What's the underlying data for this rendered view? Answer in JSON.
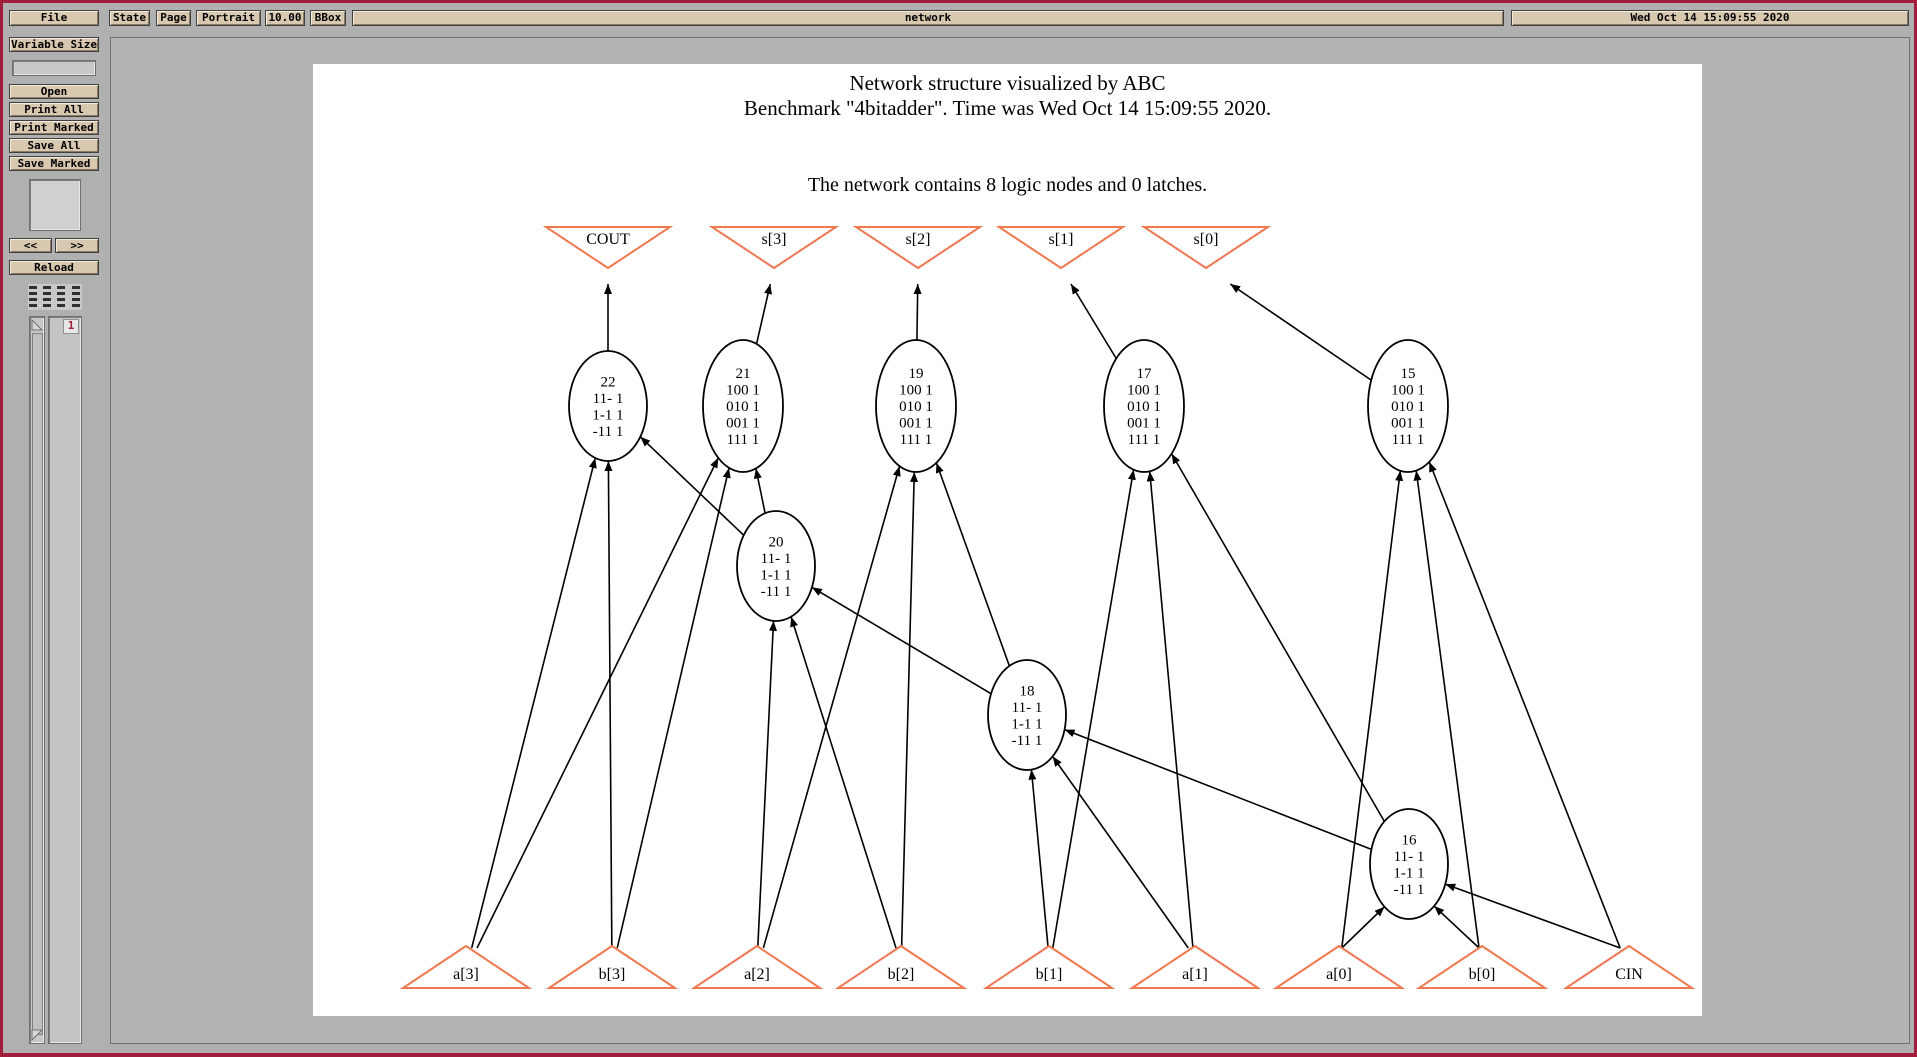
{
  "toolbar": {
    "file": "File",
    "state": "State",
    "page": "Page",
    "orientation": "Portrait",
    "magnification": "10.00",
    "bbox": "BBox",
    "document": "network",
    "date": "Wed Oct 14 15:09:55 2020"
  },
  "sidebar": {
    "size_mode": "Variable Size",
    "open": "Open",
    "print_all": "Print All",
    "print_marked": "Print Marked",
    "save_all": "Save All",
    "save_marked": "Save Marked",
    "prev": "<<",
    "next": ">>",
    "reload": "Reload",
    "page_number": "1"
  },
  "graph": {
    "title_line1": "Network structure visualized by ABC",
    "title_line2": "Benchmark \"4bitadder\". Time was Wed Oct 14 15:09:55 2020.",
    "summary": "The network contains 8 logic nodes and 0 latches.",
    "outputs": [
      "COUT",
      "s[3]",
      "s[2]",
      "s[1]",
      "s[0]"
    ],
    "inputs": [
      "a[3]",
      "b[3]",
      "a[2]",
      "b[2]",
      "b[1]",
      "a[1]",
      "a[0]",
      "b[0]",
      "CIN"
    ],
    "nodes": [
      {
        "id": "22",
        "lines": [
          "22",
          "11- 1",
          "1-1 1",
          "-11 1"
        ]
      },
      {
        "id": "21",
        "lines": [
          "21",
          "100 1",
          "010 1",
          "001 1",
          "111 1"
        ]
      },
      {
        "id": "19",
        "lines": [
          "19",
          "100 1",
          "010 1",
          "001 1",
          "111 1"
        ]
      },
      {
        "id": "17",
        "lines": [
          "17",
          "100 1",
          "010 1",
          "001 1",
          "111 1"
        ]
      },
      {
        "id": "15",
        "lines": [
          "15",
          "100 1",
          "010 1",
          "001 1",
          "111 1"
        ]
      },
      {
        "id": "20",
        "lines": [
          "20",
          "11- 1",
          "1-1 1",
          "-11 1"
        ]
      },
      {
        "id": "18",
        "lines": [
          "18",
          "11- 1",
          "1-1 1",
          "-11 1"
        ]
      },
      {
        "id": "16",
        "lines": [
          "16",
          "11- 1",
          "1-1 1",
          "-11 1"
        ]
      }
    ],
    "edges": [
      [
        "22",
        "COUT"
      ],
      [
        "21",
        "s[3]"
      ],
      [
        "19",
        "s[2]"
      ],
      [
        "17",
        "s[1]"
      ],
      [
        "15",
        "s[0]"
      ],
      [
        "20",
        "22"
      ],
      [
        "20",
        "21"
      ],
      [
        "18",
        "20"
      ],
      [
        "18",
        "19"
      ],
      [
        "16",
        "18"
      ],
      [
        "16",
        "17"
      ],
      [
        "a[3]",
        "22"
      ],
      [
        "a[3]",
        "21"
      ],
      [
        "b[3]",
        "22"
      ],
      [
        "b[3]",
        "21"
      ],
      [
        "a[2]",
        "20"
      ],
      [
        "a[2]",
        "19"
      ],
      [
        "b[2]",
        "20"
      ],
      [
        "b[2]",
        "19"
      ],
      [
        "b[1]",
        "18"
      ],
      [
        "b[1]",
        "17"
      ],
      [
        "a[1]",
        "18"
      ],
      [
        "a[1]",
        "17"
      ],
      [
        "a[0]",
        "16"
      ],
      [
        "a[0]",
        "15"
      ],
      [
        "b[0]",
        "16"
      ],
      [
        "b[0]",
        "15"
      ],
      [
        "CIN",
        "16"
      ],
      [
        "CIN",
        "15"
      ]
    ]
  },
  "colors": {
    "frame": "#a01e3c",
    "button": "#d8c8b0",
    "port_stroke": "#f07850"
  }
}
